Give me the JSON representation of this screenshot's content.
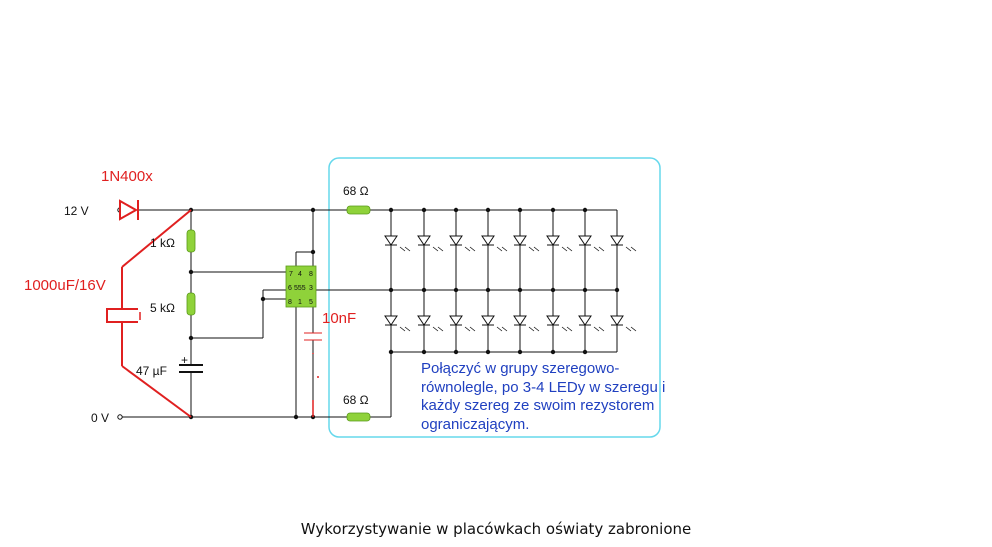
{
  "labels": {
    "diode": "1N400x",
    "input_voltage": "12 V",
    "ground": "0 V",
    "r1": "1 kΩ",
    "r2": "5 kΩ",
    "cap_timing": "47 µF",
    "cap_input": "1000uF/16V",
    "cap_control": "10nF",
    "r_top": "68 Ω",
    "r_bottom": "68 Ω",
    "plus": "+"
  },
  "ic": {
    "row1": [
      "7",
      "4",
      "8"
    ],
    "row2": [
      "6",
      "555",
      "3"
    ],
    "row3": [
      "8",
      "1",
      "5"
    ]
  },
  "note": "Połączyć w grupy szeregowo-równolegle, po 3-4 LEDy w szeregu i każdy szereg ze swoim rezystorem ograniczającym.",
  "footer": "Wykorzystywanie w placówkach oświaty zabronione",
  "colors": {
    "wire": "#111111",
    "resistor": "#8fd23a",
    "ic": "#8fd23a",
    "annotation": "#e02020",
    "box": "#66d8ec",
    "note": "#2040c0"
  }
}
